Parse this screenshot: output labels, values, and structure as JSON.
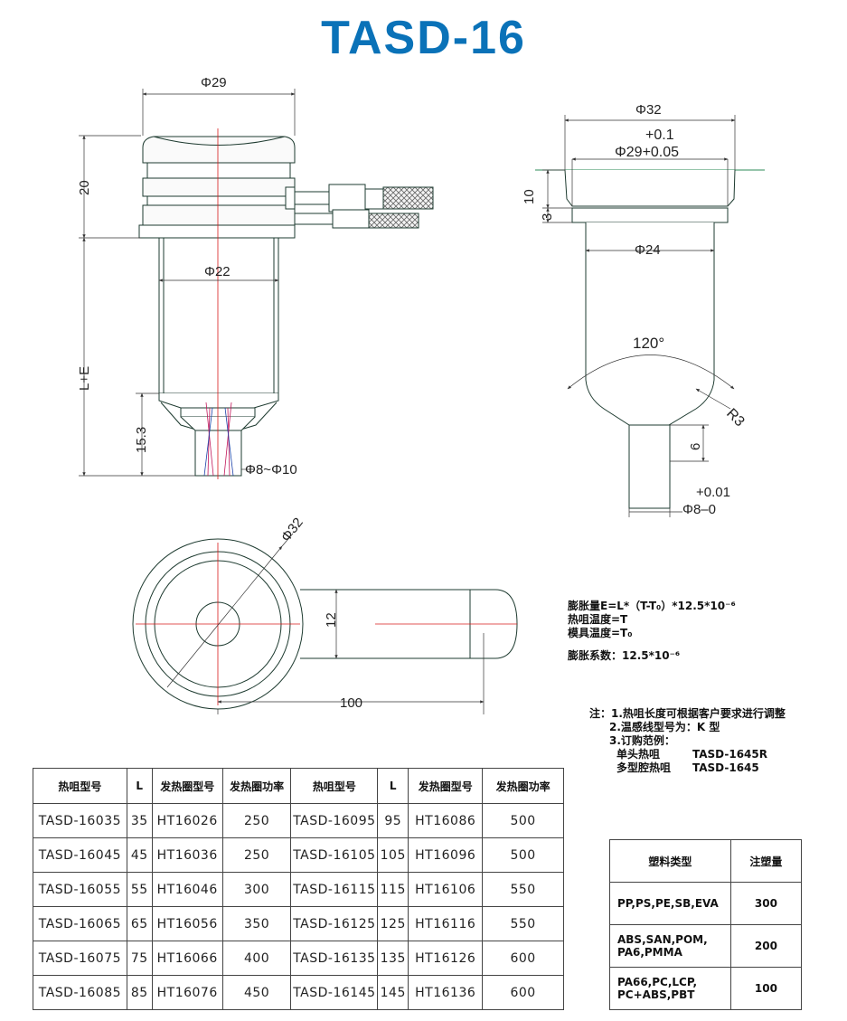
{
  "title": "TASD-16",
  "front_view": {
    "dim_phi29": "Φ29",
    "dim_20": "20",
    "dim_phi22": "Φ22",
    "dim_le": "L+E",
    "dim_15_3": "15.3",
    "dim_phi8_10": "Φ8~Φ10"
  },
  "section_view": {
    "dim_phi32": "Φ32",
    "dim_tol": "+0.1",
    "dim_phi29": "Φ29+0.05",
    "dim_10": "10",
    "dim_3": "3",
    "dim_phi24": "Φ24",
    "dim_120": "120°",
    "dim_r3": "R3",
    "dim_6": "6",
    "dim_tol2": "+0.01",
    "dim_phi8": "Φ8–0"
  },
  "top_view": {
    "dim_phi32": "Φ32",
    "dim_12": "12",
    "dim_100": "100"
  },
  "formula": {
    "line1": "膨胀量E=L*（T-T₀）*12.5*10⁻⁶",
    "line2": "热咀温度=T",
    "line3": "模具温度=T₀",
    "line4": "膨胀系数：12.5*10⁻⁶"
  },
  "notes": {
    "line1": "注：1.热咀长度可根据客户要求进行调整",
    "line2": "2.温感线型号为：K 型",
    "line3": "3.订购范例：",
    "line4_label": "单头热咀",
    "line4_value": "TASD-1645R",
    "line5_label": "多型腔热咀",
    "line5_value": "TASD-1645"
  },
  "spec_table": {
    "headers": [
      "热咀型号",
      "L",
      "发热圈型号",
      "发热圈功率",
      "热咀型号",
      "L",
      "发热圈型号",
      "发热圈功率"
    ],
    "rows": [
      [
        "TASD-16035",
        "35",
        "HT16026",
        "250",
        "TASD-16095",
        "95",
        "HT16086",
        "500"
      ],
      [
        "TASD-16045",
        "45",
        "HT16036",
        "250",
        "TASD-16105",
        "105",
        "HT16096",
        "500"
      ],
      [
        "TASD-16055",
        "55",
        "HT16046",
        "300",
        "TASD-16115",
        "115",
        "HT16106",
        "550"
      ],
      [
        "TASD-16065",
        "65",
        "HT16056",
        "350",
        "TASD-16125",
        "125",
        "HT16116",
        "550"
      ],
      [
        "TASD-16075",
        "75",
        "HT16066",
        "400",
        "TASD-16135",
        "135",
        "HT16126",
        "600"
      ],
      [
        "TASD-16085",
        "85",
        "HT16076",
        "450",
        "TASD-16145",
        "145",
        "HT16136",
        "600"
      ]
    ]
  },
  "plastic_table": {
    "headers": [
      "塑料类型",
      "注塑量"
    ],
    "rows": [
      [
        "PP,PS,PE,SB,EVA",
        "300"
      ],
      [
        "ABS,SAN,POM,\nPA6,PMMA",
        "200"
      ],
      [
        "PA66,PC,LCP,\nPC+ABS,PBT",
        "100"
      ]
    ]
  }
}
